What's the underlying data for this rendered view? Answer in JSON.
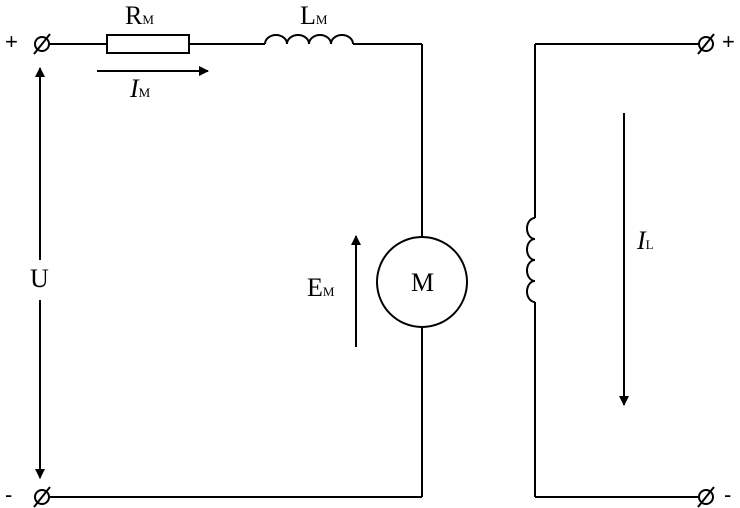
{
  "colors": {
    "line": "#000000",
    "background": "#ffffff"
  },
  "armature": {
    "resistor": {
      "letter": "R",
      "sub": "М"
    },
    "inductor": {
      "letter": "L",
      "sub": "М"
    },
    "current": {
      "letter": "I",
      "sub": "М"
    },
    "emf": {
      "letter": "E",
      "sub": "М"
    },
    "motor": "M",
    "voltage": "U",
    "plus": "+",
    "minus": "-"
  },
  "field": {
    "current": {
      "letter": "I",
      "sub": "L"
    },
    "plus": "+",
    "minus": "-"
  }
}
